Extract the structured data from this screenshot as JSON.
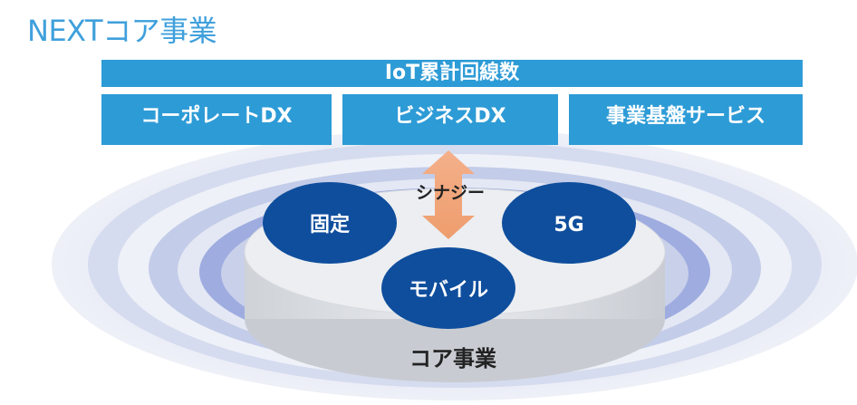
{
  "title": "NEXTコア事業",
  "iot": {
    "label": "IoT累計回線数"
  },
  "services": [
    {
      "label": "コーポレートDX"
    },
    {
      "label": "ビジネスDX"
    },
    {
      "label": "事業基盤サービス"
    }
  ],
  "core": {
    "synergy_label": "シナジー",
    "base_label": "コア事業",
    "circles": [
      {
        "label": "固定"
      },
      {
        "label": "5G"
      },
      {
        "label": "モバイル"
      }
    ]
  },
  "colors": {
    "title": "#3fa0dc",
    "bar": "#2d9bd6",
    "circle": "#0f4e9d",
    "arrow": "#f2a77a",
    "ring_outer": "#dde3f2",
    "ring_mid": "#b8c4e4",
    "ring_inner": "#8fa0d4",
    "disk_top": "#e9ecef",
    "disk_side": "#d4d8dd"
  }
}
